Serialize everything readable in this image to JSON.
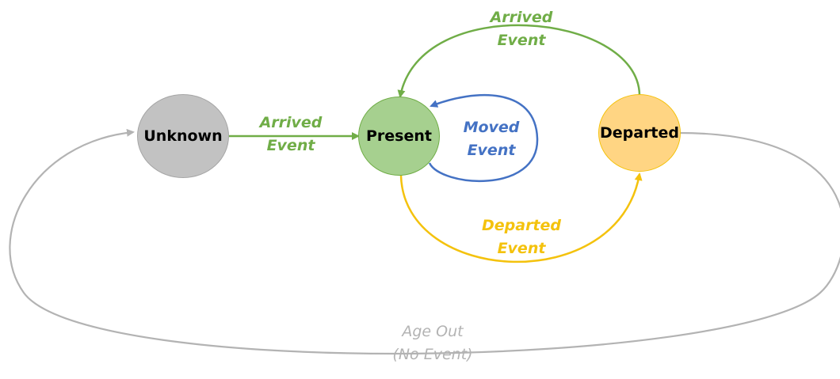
{
  "colors": {
    "unknown_fill": "#c2c2c2",
    "present_fill": "#a6d08f",
    "departed_fill": "#ffd583",
    "arrived": "#70ad47",
    "moved": "#4472c4",
    "departed": "#f4c20d",
    "ageout": "#b3b3b3"
  },
  "nodes": {
    "unknown": "Unknown",
    "present": "Present",
    "departed": "Departed"
  },
  "edges": {
    "arrived_unknown_to_present": {
      "line1": "Arrived",
      "line2": "Event"
    },
    "arrived_departed_to_present": {
      "line1": "Arrived",
      "line2": "Event"
    },
    "moved_present_self": {
      "line1": "Moved",
      "line2": "Event"
    },
    "departed_present_to_departed": {
      "line1": "Departed",
      "line2": "Event"
    },
    "ageout_departed_to_unknown": {
      "line1": "Age Out",
      "line2": "(No Event)"
    }
  }
}
